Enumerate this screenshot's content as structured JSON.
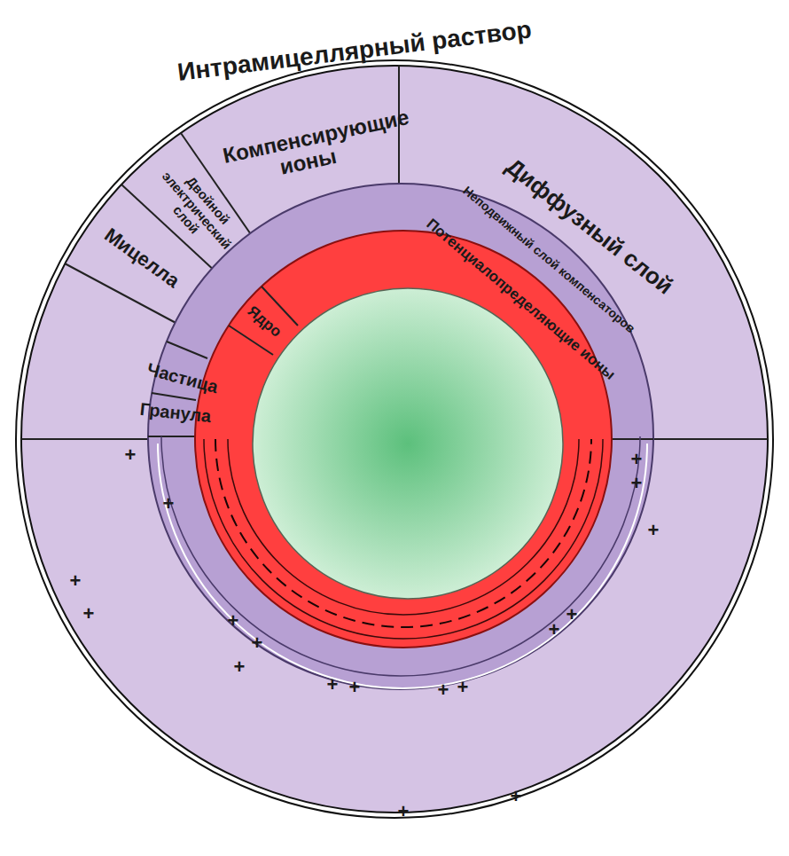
{
  "diagram": {
    "title": "Интрамицеллярный раствор",
    "nodes": [
      {
        "text": [
          "Диффузный слой"
        ]
      },
      {
        "text": [
          "Неподвижный слой компенсаторов"
        ],
        "in": 0
      },
      {
        "text": [
          "Потенциалопределяющие ионы"
        ],
        "in": 1
      }
    ],
    "labels": [
      "Мицелла",
      "Двойной электрический слой",
      "Компенсирующие ионы",
      "Частица",
      "Гранула",
      "Ядро",
      "+",
      "+",
      "+",
      "+",
      "+",
      "+",
      "+",
      "+",
      "+",
      "+",
      "+",
      "+",
      "+",
      "+",
      "+",
      "+",
      "+",
      "+"
    ]
  }
}
